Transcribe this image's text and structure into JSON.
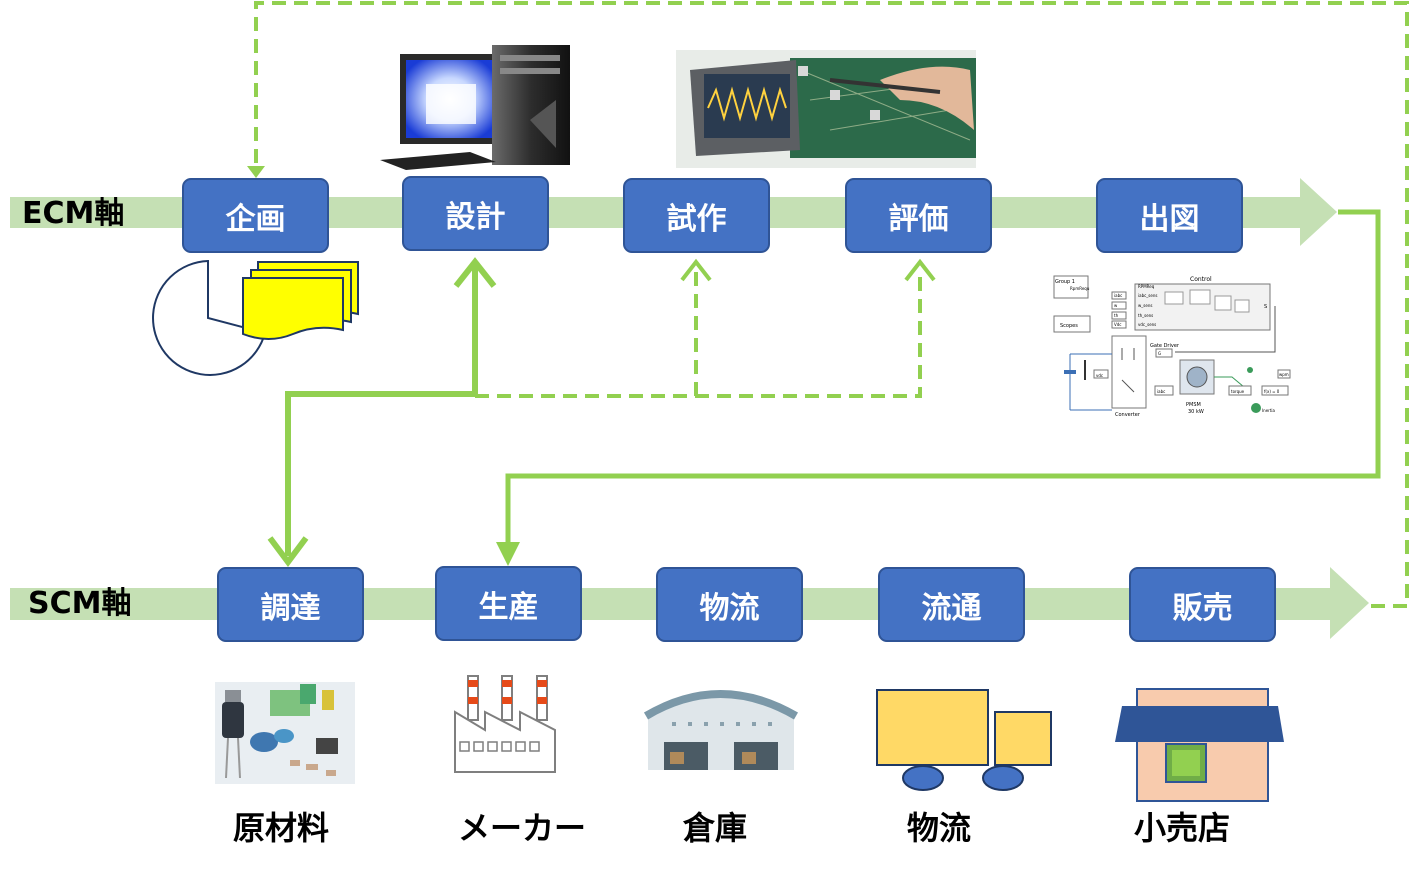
{
  "ecm": {
    "label": "ECM軸",
    "steps": [
      "企画",
      "設計",
      "試作",
      "評価",
      "出図"
    ]
  },
  "scm": {
    "label": "SCM軸",
    "steps": [
      "調達",
      "生産",
      "物流",
      "流通",
      "販売"
    ],
    "captions": [
      "原材料",
      "メーカー",
      "倉庫",
      "物流",
      "小売店"
    ]
  },
  "diagram_panel": {
    "group": "Group 1",
    "group_sub": "RpmRequ",
    "control": "Control",
    "scopes": "Scopes",
    "gate_driver": "Gate Driver",
    "converter": "Converter",
    "pmsm": "PMSM",
    "pmsm_power": "30 kW",
    "inertia": "Inertia",
    "torque": "torque",
    "vdc": "vdc",
    "iabc": "iabc",
    "wpm": "wpm",
    "fx": "f(x) = 0",
    "g": "G",
    "s": "S",
    "inputs": [
      "iabc",
      "w",
      "th",
      "Vdc"
    ],
    "input_names": [
      "iabc_sens",
      "w_sens",
      "th_sens",
      "vdc_sens"
    ],
    "ref": "RPMReq"
  },
  "colors": {
    "node_fill": "#4472c4",
    "band": "#c5e0b4",
    "connector": "#92d050",
    "document": "#ffff00",
    "truck": "#ffd966",
    "shop_wall": "#f8cbad",
    "shop_roof": "#2f5597",
    "shop_window": "#70ad47"
  },
  "icons": [
    "pie-chart-icon",
    "documents-icon",
    "computer-photo",
    "oscilloscope-photo",
    "simulink-diagram",
    "components-photo",
    "factory-icon",
    "warehouse-icon",
    "truck-icon",
    "shop-icon"
  ]
}
